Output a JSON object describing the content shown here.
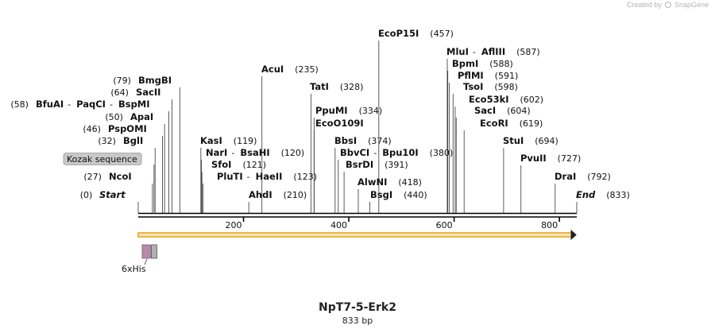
{
  "credit": {
    "text": "Created by",
    "brand": "SnapGene"
  },
  "title": "NpT7-5-Erk2",
  "length_label": "833 bp",
  "length": 833,
  "colors": {
    "backbone": "#000000",
    "cds_fill": "#f5e6b0",
    "cds_stroke": "#e8a628",
    "his_tag": "#b48aa6",
    "his_tag_stroke": "#7a5a70",
    "box_grey": "#b0b0b0",
    "feature_label_bg": "#c8c8c8"
  },
  "ticks": [
    {
      "pos": 200,
      "label": "200"
    },
    {
      "pos": 400,
      "label": "400"
    },
    {
      "pos": 600,
      "label": "600"
    },
    {
      "pos": 800,
      "label": "800"
    }
  ],
  "sites": [
    {
      "names": [
        "Start"
      ],
      "pos": 0,
      "pos_label": "(0)",
      "italic": true,
      "side": "left"
    },
    {
      "names": [
        "NcoI"
      ],
      "pos": 27,
      "pos_label": "(27)",
      "side": "left"
    },
    {
      "names": [
        "BglI"
      ],
      "pos": 32,
      "pos_label": "(32)",
      "side": "left"
    },
    {
      "names": [
        "PspOMI"
      ],
      "pos": 46,
      "pos_label": "(46)",
      "side": "left"
    },
    {
      "names": [
        "ApaI"
      ],
      "pos": 50,
      "pos_label": "(50)",
      "side": "left"
    },
    {
      "names": [
        "BfuAI",
        "PaqCI",
        "BspMI"
      ],
      "pos": 58,
      "pos_label": "(58)",
      "side": "left"
    },
    {
      "names": [
        "SacII"
      ],
      "pos": 64,
      "pos_label": "(64)",
      "side": "left"
    },
    {
      "names": [
        "BmgBI"
      ],
      "pos": 79,
      "pos_label": "(79)",
      "side": "left"
    },
    {
      "names": [
        "KasI"
      ],
      "pos": 119,
      "pos_label": "(119)",
      "side": "right"
    },
    {
      "names": [
        "NarI",
        "BsaHI"
      ],
      "pos": 120,
      "pos_label": "(120)",
      "side": "right"
    },
    {
      "names": [
        "SfoI"
      ],
      "pos": 121,
      "pos_label": "(121)",
      "side": "right"
    },
    {
      "names": [
        "PluTI",
        "HaeII"
      ],
      "pos": 123,
      "pos_label": "(123)",
      "side": "right"
    },
    {
      "names": [
        "AhdI"
      ],
      "pos": 210,
      "pos_label": "(210)",
      "side": "right"
    },
    {
      "names": [
        "AcuI"
      ],
      "pos": 235,
      "pos_label": "(235)",
      "side": "right"
    },
    {
      "names": [
        "TatI"
      ],
      "pos": 328,
      "pos_label": "(328)",
      "side": "right"
    },
    {
      "names": [
        "PpuMI"
      ],
      "pos": 334,
      "pos_label": "(334)",
      "side": "right"
    },
    {
      "names": [
        "EcoO109I"
      ],
      "pos": 334,
      "pos_label": "",
      "side": "right"
    },
    {
      "names": [
        "BbsI"
      ],
      "pos": 374,
      "pos_label": "(374)",
      "side": "right"
    },
    {
      "names": [
        "BbvCI",
        "Bpu10I"
      ],
      "pos": 380,
      "pos_label": "(380)",
      "side": "right"
    },
    {
      "names": [
        "BsrDI"
      ],
      "pos": 391,
      "pos_label": "(391)",
      "side": "right"
    },
    {
      "names": [
        "AlwNI"
      ],
      "pos": 418,
      "pos_label": "(418)",
      "side": "right"
    },
    {
      "names": [
        "BsgI"
      ],
      "pos": 440,
      "pos_label": "(440)",
      "side": "right"
    },
    {
      "names": [
        "EcoP15I"
      ],
      "pos": 457,
      "pos_label": "(457)",
      "side": "right"
    },
    {
      "names": [
        "MluI",
        "AflIII"
      ],
      "pos": 587,
      "pos_label": "(587)",
      "side": "right"
    },
    {
      "names": [
        "BpmI"
      ],
      "pos": 588,
      "pos_label": "(588)",
      "side": "right"
    },
    {
      "names": [
        "PflMI"
      ],
      "pos": 591,
      "pos_label": "(591)",
      "side": "right"
    },
    {
      "names": [
        "TsoI"
      ],
      "pos": 598,
      "pos_label": "(598)",
      "side": "right"
    },
    {
      "names": [
        "Eco53kI"
      ],
      "pos": 602,
      "pos_label": "(602)",
      "side": "right"
    },
    {
      "names": [
        "SacI"
      ],
      "pos": 604,
      "pos_label": "(604)",
      "side": "right"
    },
    {
      "names": [
        "EcoRI"
      ],
      "pos": 619,
      "pos_label": "(619)",
      "side": "right"
    },
    {
      "names": [
        "StuI"
      ],
      "pos": 694,
      "pos_label": "(694)",
      "side": "right"
    },
    {
      "names": [
        "PvuII"
      ],
      "pos": 727,
      "pos_label": "(727)",
      "side": "right"
    },
    {
      "names": [
        "DraI"
      ],
      "pos": 792,
      "pos_label": "(792)",
      "side": "right"
    },
    {
      "names": [
        "End"
      ],
      "pos": 833,
      "pos_label": "(833)",
      "italic": true,
      "side": "right"
    }
  ],
  "features": [
    {
      "name": "Kozak sequence",
      "pos": 30,
      "type": "kozak"
    },
    {
      "name": "6xHis",
      "start": 8,
      "end": 26,
      "type": "tag"
    },
    {
      "name": "",
      "start": 26,
      "end": 36,
      "type": "box"
    },
    {
      "name": "",
      "start": 0,
      "end": 833,
      "type": "cds"
    }
  ]
}
